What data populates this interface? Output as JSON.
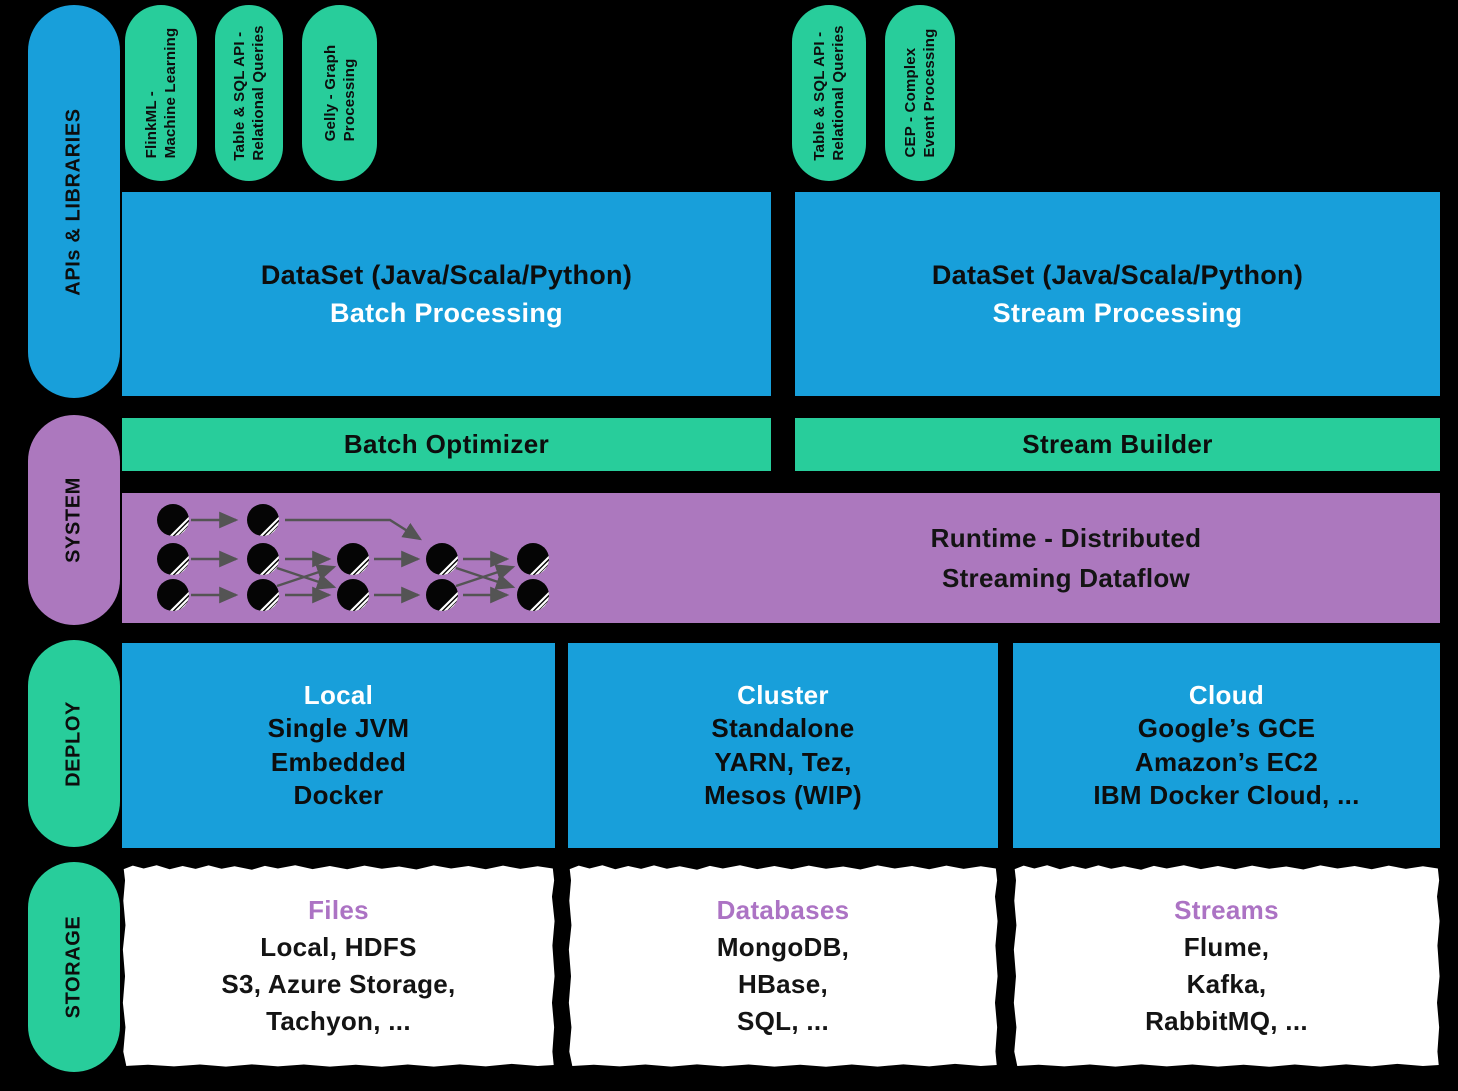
{
  "colors": {
    "background": "#000000",
    "blue": "#189FDA",
    "green": "#28CD9B",
    "purple": "#AC78BE",
    "storage_heading_purple": "#AC73C4",
    "dark_text": "#0D0D0D",
    "white_text": "#FFFFFF",
    "arrow_gray": "#545454"
  },
  "sidebar": {
    "items": [
      {
        "label": "APIs & LIBRARIES",
        "color": "blue"
      },
      {
        "label": "SYSTEM",
        "color": "purple"
      },
      {
        "label": "DEPLOY",
        "color": "green"
      },
      {
        "label": "STORAGE",
        "color": "green"
      }
    ]
  },
  "api_pills": {
    "left": [
      {
        "line1": "FlinkML -",
        "line2": "Machine Learning"
      },
      {
        "line1": "Table & SQL API -",
        "line2": "Relational Queries"
      },
      {
        "line1": "Gelly - Graph",
        "line2": "Processing"
      }
    ],
    "right": [
      {
        "line1": "Table & SQL API -",
        "line2": "Relational Queries"
      },
      {
        "line1": "CEP - Complex",
        "line2": "Event Processing"
      }
    ]
  },
  "api_boxes": [
    {
      "title": "DataSet (Java/Scala/Python)",
      "subtitle": "Batch Processing"
    },
    {
      "title": "DataSet (Java/Scala/Python)",
      "subtitle": "Stream Processing"
    }
  ],
  "system": {
    "bars": [
      {
        "label": "Batch Optimizer"
      },
      {
        "label": "Stream Builder"
      }
    ],
    "runtime": {
      "line1": "Runtime - Distributed",
      "line2": "Streaming Dataflow"
    }
  },
  "deploy": {
    "boxes": [
      {
        "title": "Local",
        "lines": [
          "Single JVM",
          "Embedded",
          "Docker"
        ]
      },
      {
        "title": "Cluster",
        "lines": [
          "Standalone",
          "YARN, Tez,",
          "Mesos (WIP)"
        ]
      },
      {
        "title": "Cloud",
        "lines": [
          "Google’s GCE",
          "Amazon’s EC2",
          "IBM Docker Cloud, ..."
        ]
      }
    ]
  },
  "storage": {
    "boxes": [
      {
        "title": "Files",
        "lines": [
          "Local, HDFS",
          "S3, Azure Storage,",
          "Tachyon, ..."
        ]
      },
      {
        "title": "Databases",
        "lines": [
          "MongoDB,",
          "HBase,",
          "SQL, ..."
        ]
      },
      {
        "title": "Streams",
        "lines": [
          "Flume,",
          "Kafka,",
          "RabbitMQ, ..."
        ]
      }
    ]
  }
}
